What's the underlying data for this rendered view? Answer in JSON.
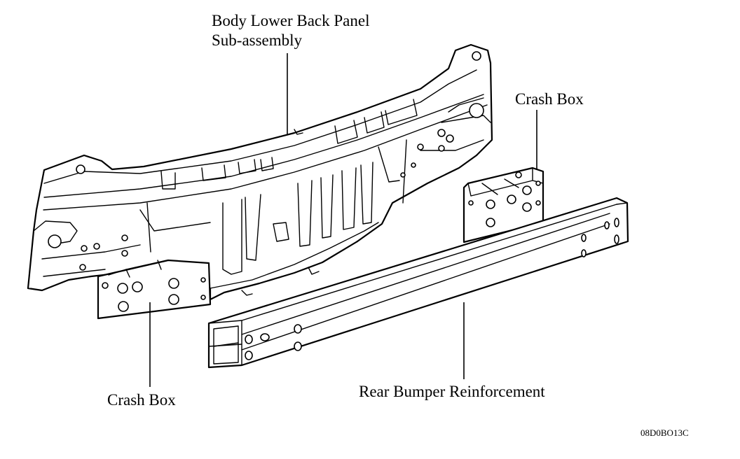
{
  "labels": {
    "body_panel_line1": "Body Lower Back Panel",
    "body_panel_line2": "Sub-assembly",
    "crash_box_right": "Crash Box",
    "crash_box_left": "Crash Box",
    "bumper_reinforcement": "Rear Bumper Reinforcement",
    "figure_code": "08D0BO13C"
  }
}
